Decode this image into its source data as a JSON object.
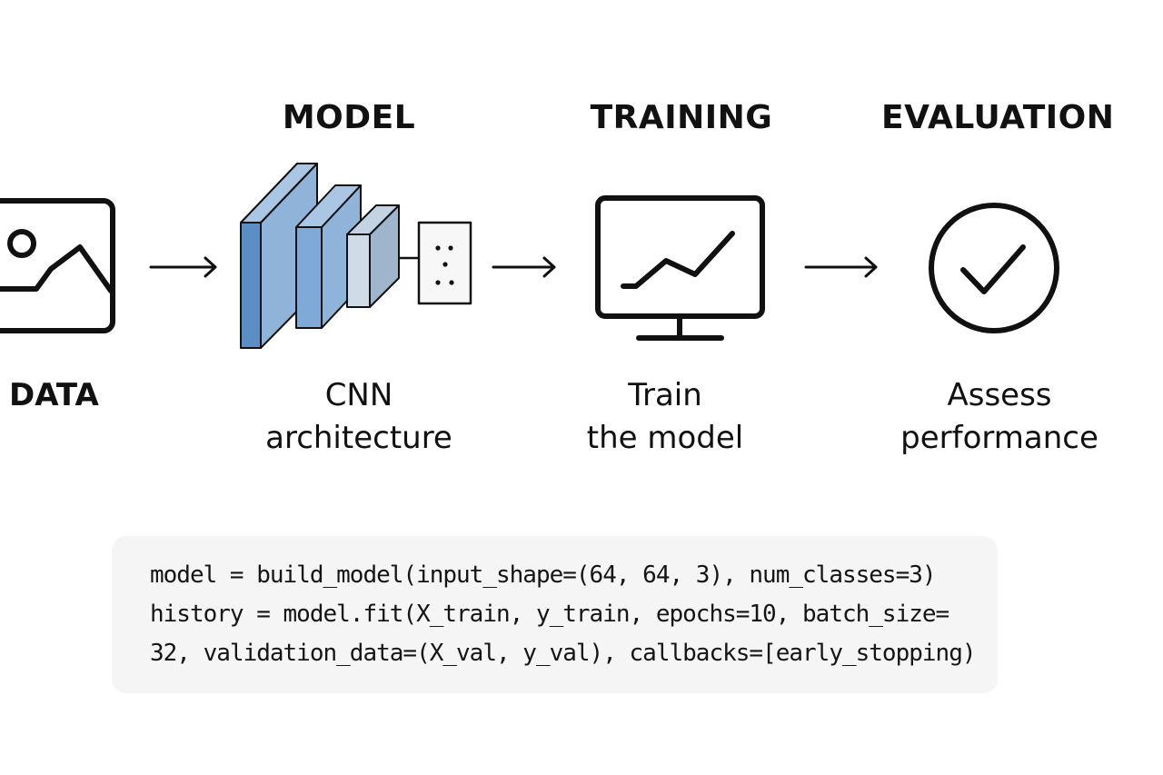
{
  "stages": {
    "data": {
      "title": "DATA"
    },
    "model": {
      "title": "MODEL",
      "caption_line1": "CNN",
      "caption_line2": "architecture"
    },
    "training": {
      "title": "TRAINING",
      "caption_line1": "Train",
      "caption_line2": "the model"
    },
    "evaluation": {
      "title": "EVALUATION",
      "caption_line1": "Assess",
      "caption_line2": "performance"
    }
  },
  "icons": {
    "data": "image-icon",
    "model": "cnn-layers-icon",
    "training": "monitor-chart-icon",
    "evaluation": "checkmark-circle-icon",
    "arrows": "arrow-right-icon"
  },
  "colors": {
    "layer_dark": "#5b8ec4",
    "layer_mid": "#7fa9d6",
    "layer_light": "#c9d6e3",
    "layer_side": "#8fa9c4",
    "code_background": "#f5f5f5"
  },
  "code": {
    "line1": "model = build_model(input_shape=(64, 64, 3), num_classes=3)",
    "line2": "history = model.fit(X_train, y_train, epochs=10, batch_size=",
    "line3": "32, validation_data=(X_val, y_val), callbacks=[early_stopping)"
  }
}
